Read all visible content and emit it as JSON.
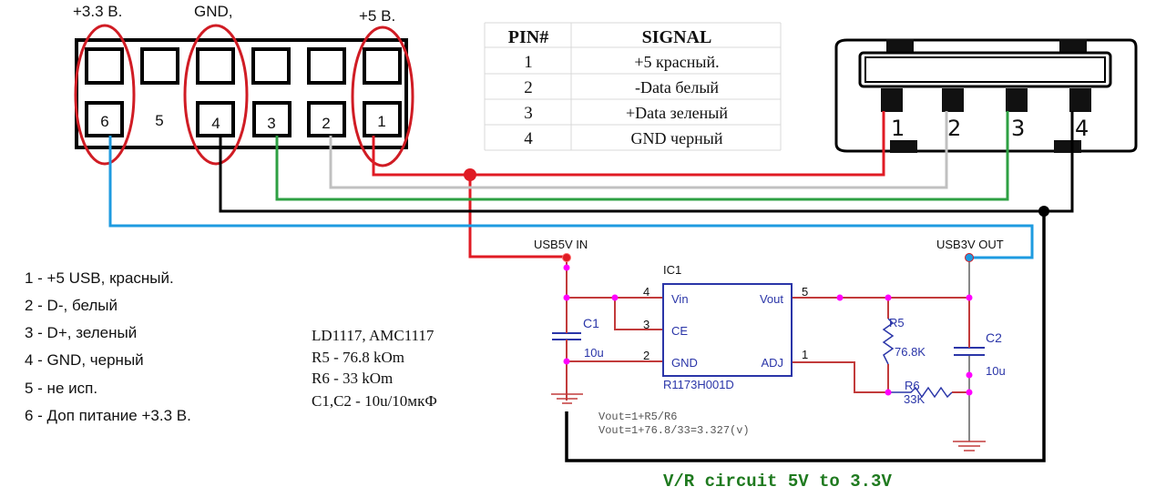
{
  "header_labels": {
    "pin6_label": "+3.3 В.",
    "pin4_label": "GND,",
    "pin1_label": "+5 В."
  },
  "header_pins": [
    "6",
    "5",
    "4",
    "3",
    "2",
    "1"
  ],
  "pin_table": {
    "columns": [
      "PIN#",
      "SIGNAL"
    ],
    "rows": [
      {
        "pin": "1",
        "signal": "+5   красный."
      },
      {
        "pin": "2",
        "signal": "-Data белый"
      },
      {
        "pin": "3",
        "signal": "+Data зеленый"
      },
      {
        "pin": "4",
        "signal": "GND черный"
      }
    ]
  },
  "usb_pins": [
    "1",
    "2",
    "3",
    "4"
  ],
  "legend": [
    "1 - +5 USB, красный.",
    "2 - D-, белый",
    "3 - D+, зеленый",
    "4 - GND, черный",
    "5 - не исп.",
    "6 - Доп питание +3.3 В."
  ],
  "parts_notes": [
    "LD1117, AMC1117",
    "R5 - 76.8 kOm",
    "R6 - 33 kOm",
    "C1,C2 - 10u/10мкФ"
  ],
  "circuit": {
    "in_label": "USB5V  IN",
    "out_label": "USB3V  OUT",
    "ic_ref": "IC1",
    "ic_part": "R1173H001D",
    "ic_pins": {
      "vin": "Vin",
      "ce": "CE",
      "gnd": "GND",
      "vout": "Vout",
      "adj": "ADJ"
    },
    "ic_pin_numbers": {
      "vin": "4",
      "ce": "3",
      "gnd": "2",
      "vout": "5",
      "adj": "1"
    },
    "c1_ref": "C1",
    "c1_value": "10u",
    "c2_ref": "C2",
    "c2_value": "10u",
    "r5_ref": "R5",
    "r5_value": "76.8K",
    "r6_ref": "R6",
    "r6_value": "33K",
    "formula_1": "Vout=1+R5/R6",
    "formula_2": "Vout=1+76.8/33=3.327(v)",
    "title": "V/R circuit 5V to 3.3V"
  },
  "colors": {
    "red_wire": "#e01b24",
    "white_wire": "#c0c0c0",
    "green_wire": "#2ea043",
    "black_wire": "#000000",
    "blue_wire": "#1e9be0",
    "schematic_wire": "#c23b3b",
    "junction": "#ff00ff",
    "ic_border": "#2a35a8",
    "component": "#2a35a8",
    "title_green": "#1f7a1f"
  }
}
